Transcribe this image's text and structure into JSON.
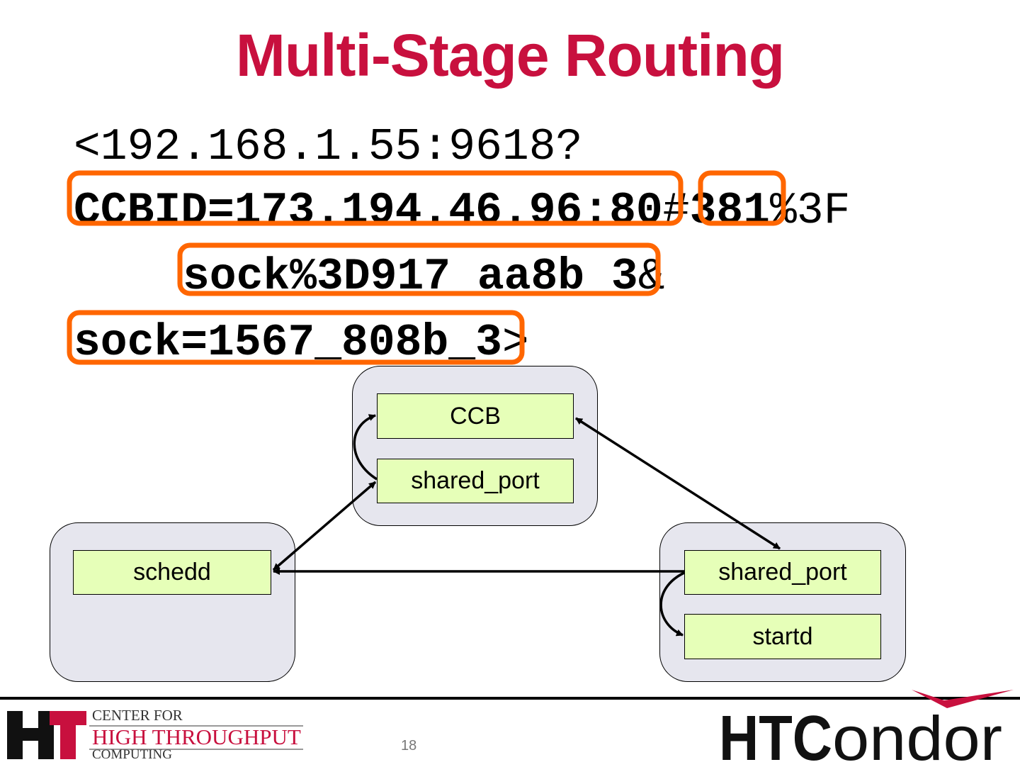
{
  "title": "Multi-Stage Routing",
  "address": {
    "line1": "<192.168.1.55:9618?",
    "line2_ccbid": "CCBID=173.194.46.96:80",
    "line2_hash": "#",
    "line2_id": "381",
    "line2_rest": "%3F",
    "line3_sock": "sock%3D917_aa8b_3",
    "line3_amp": "&",
    "line4_sock": "sock=1567_808b_3",
    "line4_end": ">"
  },
  "highlight_color": "#ff6600",
  "diagram": {
    "top_host": {
      "ccb": "CCB",
      "shared_port": "shared_port"
    },
    "left_host": {
      "schedd": "schedd"
    },
    "right_host": {
      "shared_port": "shared_port",
      "startd": "startd"
    }
  },
  "footer": {
    "chtc_line1": "CENTER FOR",
    "chtc_line2": "HIGH THROUGHPUT",
    "chtc_line3": "COMPUTING",
    "page_number": "18",
    "htcondor_logo": "HTCondor"
  },
  "colors": {
    "title": "#c8103e",
    "box_fill": "#e6ffb8",
    "host_fill": "#e6e6ee"
  }
}
